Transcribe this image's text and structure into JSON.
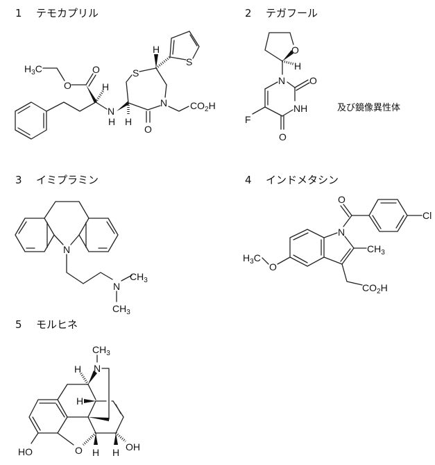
{
  "compounds": [
    {
      "number": "1",
      "name": "テモカプリル",
      "labels": {
        "h3c": [
          "H",
          "3",
          "C"
        ],
        "o_ester": "O",
        "o_carbonyl": "O",
        "h_alpha": "H",
        "n": "N",
        "nh_h": "H",
        "h_ring": "H",
        "s_ring": "S",
        "h_c2": "H",
        "s_thio": "S",
        "n_ring": "N",
        "o_lactam": "O",
        "co2h": [
          "CO",
          "2",
          "H"
        ]
      }
    },
    {
      "number": "2",
      "name": "テガフール",
      "labels": {
        "o_thf": "O",
        "h": "H",
        "n1": "N",
        "o2": "O",
        "nh": "NH",
        "f": "F",
        "o4": "O"
      },
      "note": "及び鏡像異性体"
    },
    {
      "number": "3",
      "name": "イミプラミン",
      "labels": {
        "n_ring": "N",
        "n_amine": "N",
        "ch3_a": [
          "CH",
          "3"
        ],
        "ch3_b": [
          "CH",
          "3"
        ]
      }
    },
    {
      "number": "4",
      "name": "インドメタシン",
      "labels": {
        "o_carbonyl": "O",
        "n": "N",
        "cl": "Cl",
        "ch3": [
          "CH",
          "3"
        ],
        "h3c": [
          "H",
          "3",
          "C"
        ],
        "o_ether": "O",
        "co2h": [
          "CO",
          "2",
          "H"
        ]
      }
    },
    {
      "number": "5",
      "name": "モルヒネ",
      "labels": {
        "ch3": [
          "CH",
          "3"
        ],
        "n": "N",
        "h9": "H",
        "h14": "H",
        "ho": "HO",
        "o_bridge": "O",
        "h5": "H",
        "h6": "H",
        "oh": "OH"
      }
    }
  ]
}
